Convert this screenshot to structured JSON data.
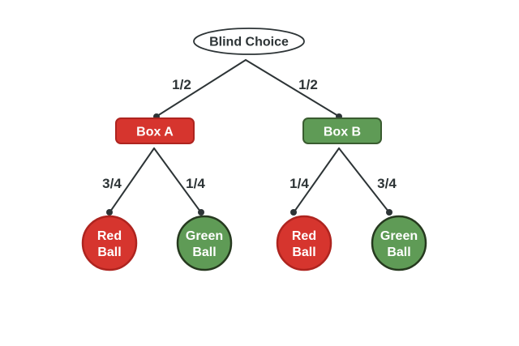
{
  "colors": {
    "background": "#ffffff",
    "outline": "#2d3436",
    "label_text": "#2d3436",
    "node_text": "#ffffff",
    "root_fill": "#ffffff",
    "red_fill": "#d6352e",
    "red_stroke": "#ae241f",
    "green_fill": "#5f9b56",
    "green_box_stroke": "#3a5c30",
    "green_ball_stroke": "#26391f"
  },
  "diagram": {
    "type": "probability-tree",
    "nodes": [
      {
        "id": "root",
        "shape": "ellipse",
        "color": "white",
        "label": "Blind Choice"
      },
      {
        "id": "box-a",
        "shape": "rect",
        "color": "red",
        "label": "Box A"
      },
      {
        "id": "box-b",
        "shape": "rect",
        "color": "green",
        "label": "Box B"
      },
      {
        "id": "ball-a-red",
        "shape": "circle",
        "color": "red",
        "label": "Red Ball",
        "lines": [
          "Red",
          "Ball"
        ]
      },
      {
        "id": "ball-a-green",
        "shape": "circle",
        "color": "green",
        "label": "Green Ball",
        "lines": [
          "Green",
          "Ball"
        ]
      },
      {
        "id": "ball-b-red",
        "shape": "circle",
        "color": "red",
        "label": "Red Ball",
        "lines": [
          "Red",
          "Ball"
        ]
      },
      {
        "id": "ball-b-green",
        "shape": "circle",
        "color": "green",
        "label": "Green Ball",
        "lines": [
          "Green",
          "Ball"
        ]
      }
    ],
    "edges": [
      {
        "from": "Blind Choice",
        "to": "Box A",
        "probability": "1/2"
      },
      {
        "from": "Blind Choice",
        "to": "Box B",
        "probability": "1/2"
      },
      {
        "from": "Box A",
        "to": "Red Ball",
        "probability": "3/4"
      },
      {
        "from": "Box A",
        "to": "Green Ball",
        "probability": "1/4"
      },
      {
        "from": "Box B",
        "to": "Red Ball",
        "probability": "1/4"
      },
      {
        "from": "Box B",
        "to": "Green Ball",
        "probability": "3/4"
      }
    ]
  }
}
